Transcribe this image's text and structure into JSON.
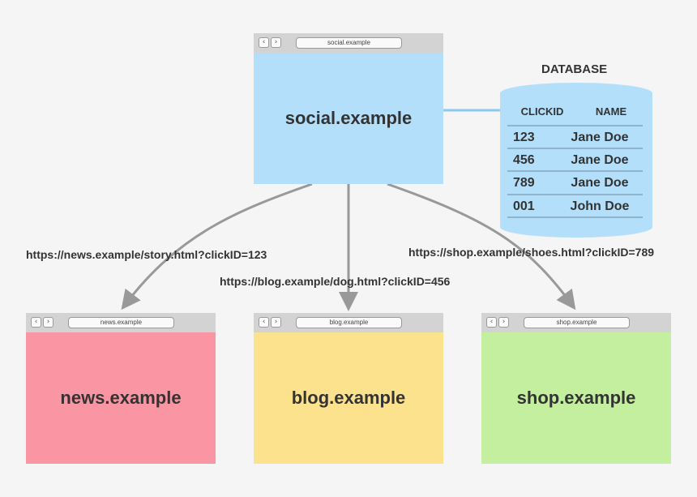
{
  "windows": {
    "social": {
      "url": "social.example",
      "title": "social.example",
      "color": "#b3dffa"
    },
    "news": {
      "url": "news.example",
      "title": "news.example",
      "color": "#fa95a3"
    },
    "blog": {
      "url": "blog.example",
      "title": "blog.example",
      "color": "#fde28e"
    },
    "shop": {
      "url": "shop.example",
      "title": "shop.example",
      "color": "#c3ef9f"
    }
  },
  "nav": {
    "back": "‹",
    "forward": "›"
  },
  "links": {
    "news": "https://news.example/story.html?clickID=123",
    "blog": "https://blog.example/dog.html?clickID=456",
    "shop": "https://shop.example/shoes.html?clickID=789"
  },
  "database": {
    "title": "DATABASE",
    "color": "#b3dffa",
    "columns": [
      "CLICKID",
      "NAME"
    ],
    "rows": [
      [
        "123",
        "Jane Doe"
      ],
      [
        "456",
        "Jane Doe"
      ],
      [
        "789",
        "Jane Doe"
      ],
      [
        "001",
        "John Doe"
      ]
    ]
  },
  "colors": {
    "arrow": "#999999",
    "connector": "#8ccbf0"
  }
}
